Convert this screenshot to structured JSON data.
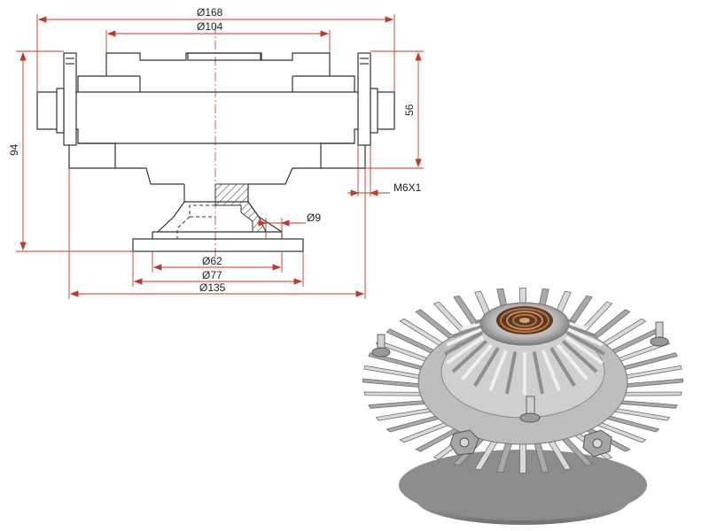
{
  "drawing": {
    "dimensions": {
      "d168": "Ø168",
      "d104": "Ø104",
      "h56": "56",
      "h94": "94",
      "thread": "M6X1",
      "d9": "Ø9",
      "d62": "Ø62",
      "d77": "Ø77",
      "d135": "Ø135"
    },
    "colors": {
      "outline": "#333333",
      "dimension": "#c0392b",
      "hatch": "#555555",
      "centerline": "#c0392b"
    }
  },
  "photo": {
    "colors": {
      "metal_light": "#d9d9d9",
      "metal_mid": "#a9a9a9",
      "metal_dark": "#6e6e6e",
      "coil": "#b8733f"
    },
    "fin_count": 44
  }
}
